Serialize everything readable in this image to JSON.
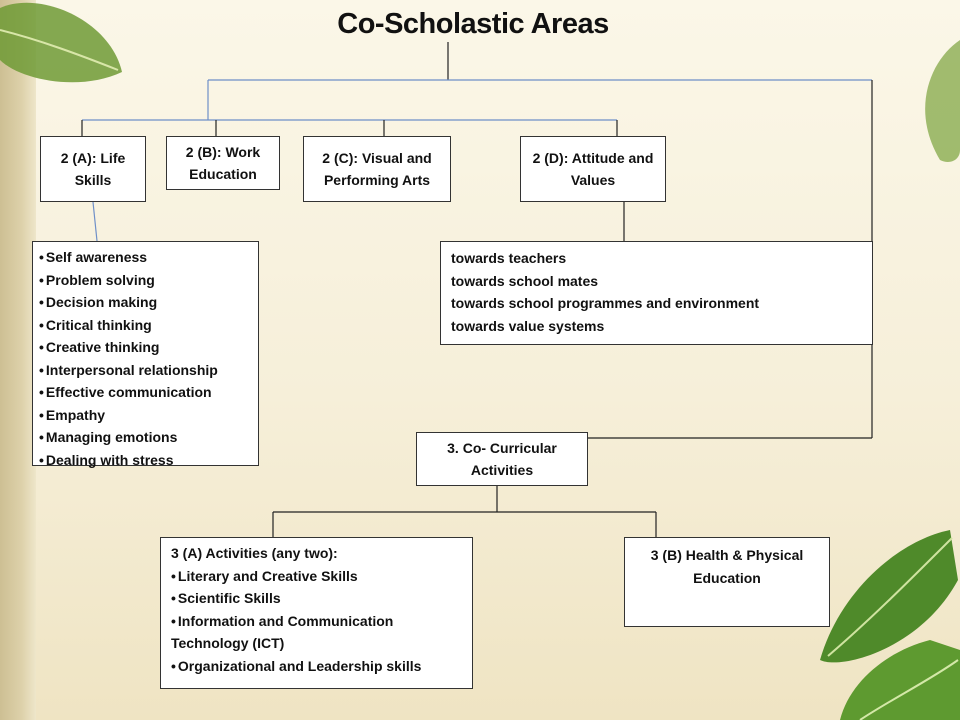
{
  "title": "Co-Scholastic Areas",
  "boxes": {
    "life_skills": "2 (A): Life Skills",
    "work_education": "2 (B): Work Education",
    "visual_arts": "2 (C): Visual and Performing Arts",
    "attitude_values": "2 (D): Attitude and Values",
    "co_curricular": "3. Co- Curricular Activities",
    "activities_heading": "3 (A) Activities (any two):",
    "health_physical": "3 (B) Health & Physical Education"
  },
  "life_skills_items": [
    "Self awareness",
    "Problem solving",
    "Decision making",
    "Critical thinking",
    "Creative thinking",
    "Interpersonal relationship",
    "Effective communication",
    "Empathy",
    "Managing emotions",
    "Dealing with stress"
  ],
  "attitude_items": [
    "towards teachers",
    "towards school mates",
    "towards school programmes and environment",
    "towards value systems"
  ],
  "activities_items": [
    "Literary and Creative Skills",
    "Scientific Skills",
    "Information and Communication Technology (ICT)",
    "Organizational and  Leadership skills"
  ],
  "colors": {
    "connector_blue": "#6e8fc8",
    "connector_dark": "#222222",
    "leaf_green": "#5e8e2c"
  }
}
